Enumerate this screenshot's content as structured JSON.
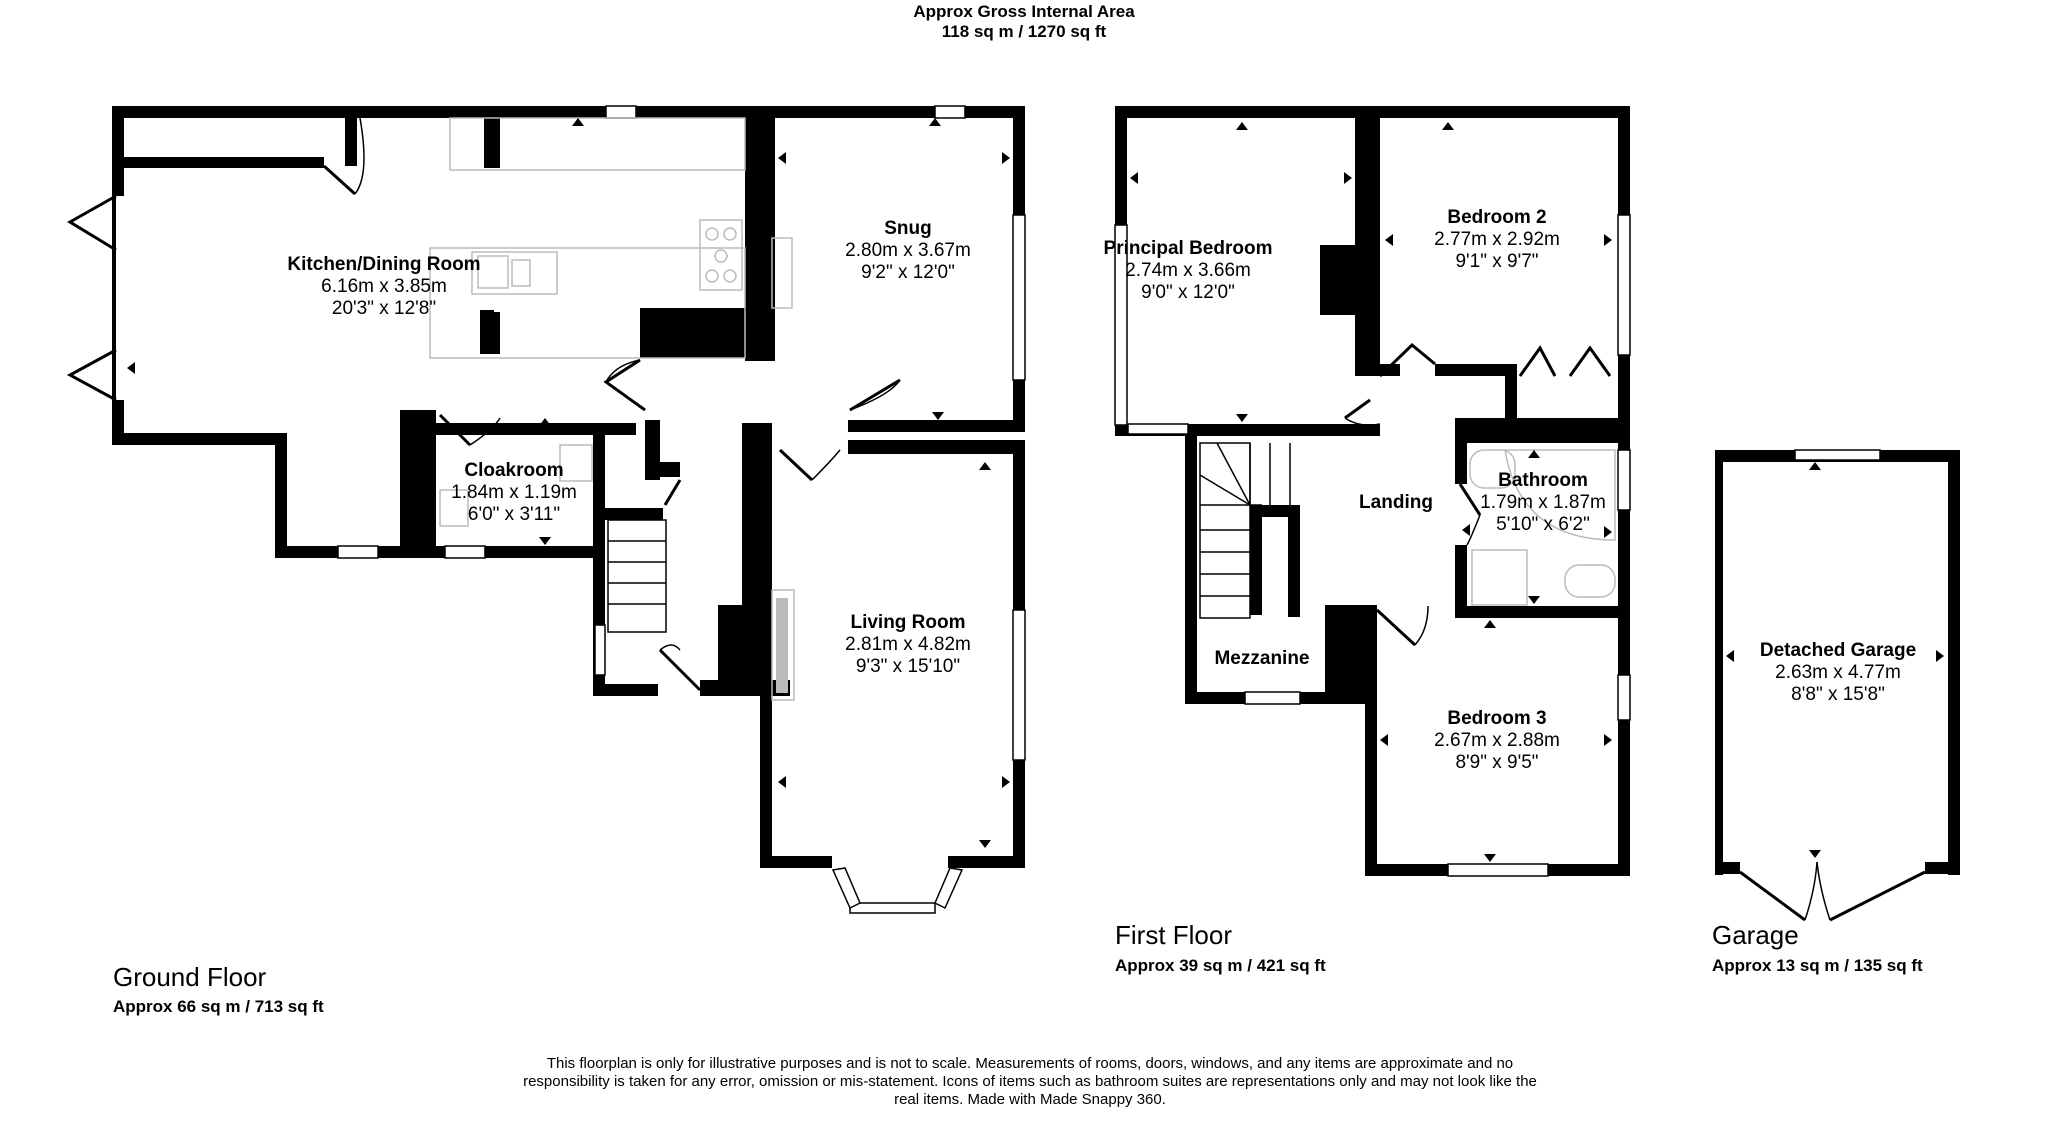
{
  "header": {
    "title": "Approx Gross Internal Area",
    "total_area": "118 sq m / 1270 sq ft"
  },
  "floors": {
    "ground": {
      "title": "Ground Floor",
      "area": "Approx 66 sq m / 713 sq ft"
    },
    "first": {
      "title": "First Floor",
      "area": "Approx 39 sq m / 421 sq ft"
    },
    "garage": {
      "title": "Garage",
      "area": "Approx 13 sq m / 135 sq ft"
    }
  },
  "rooms": {
    "kitchen": {
      "name": "Kitchen/Dining Room",
      "metric": "6.16m x 3.85m",
      "imperial": "20'3\" x 12'8\""
    },
    "snug": {
      "name": "Snug",
      "metric": "2.80m x 3.67m",
      "imperial": "9'2\" x 12'0\""
    },
    "cloakroom": {
      "name": "Cloakroom",
      "metric": "1.84m x 1.19m",
      "imperial": "6'0\" x 3'11\""
    },
    "living": {
      "name": "Living Room",
      "metric": "2.81m x 4.82m",
      "imperial": "9'3\" x 15'10\""
    },
    "principal": {
      "name": "Principal Bedroom",
      "metric": "2.74m x 3.66m",
      "imperial": "9'0\" x 12'0\""
    },
    "bedroom2": {
      "name": "Bedroom 2",
      "metric": "2.77m x 2.92m",
      "imperial": "9'1\" x 9'7\""
    },
    "landing": {
      "name": "Landing"
    },
    "bathroom": {
      "name": "Bathroom",
      "metric": "1.79m x 1.87m",
      "imperial": "5'10\" x 6'2\""
    },
    "mezzanine": {
      "name": "Mezzanine"
    },
    "bedroom3": {
      "name": "Bedroom 3",
      "metric": "2.67m x 2.88m",
      "imperial": "8'9\" x 9'5\""
    },
    "garage": {
      "name": "Detached Garage",
      "metric": "2.63m x 4.77m",
      "imperial": "8'8\" x 15'8\""
    }
  },
  "disclaimer": "This floorplan is only for illustrative purposes and is not to scale. Measurements of rooms, doors, windows, and any items are approximate and no responsibility is taken for any error, omission or mis-statement. Icons of items such as bathroom suites are representations only and may not look like the real items. Made with Made Snappy 360.",
  "colors": {
    "wall": "#000000",
    "fixture": "#bbbbbb",
    "background": "#ffffff"
  }
}
